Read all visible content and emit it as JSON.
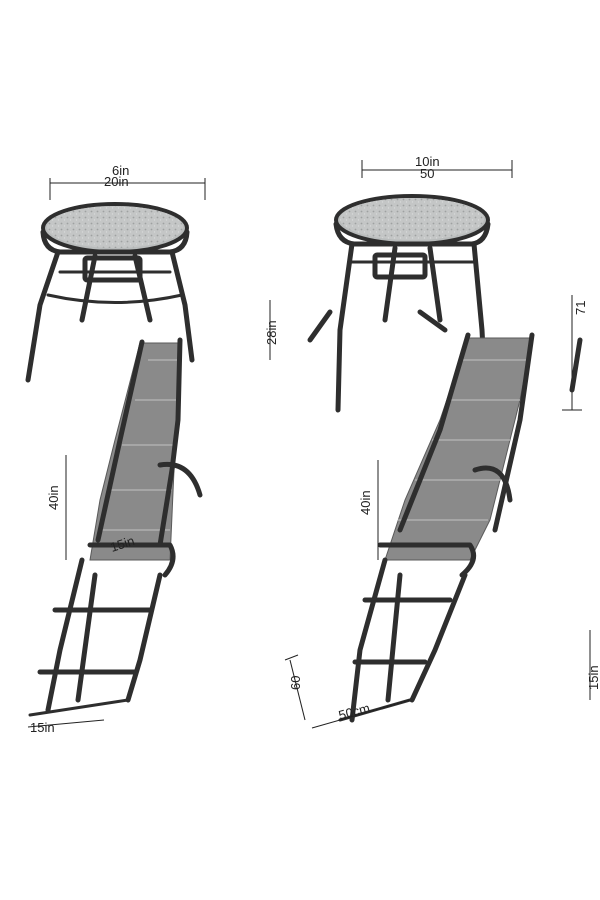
{
  "colors": {
    "frame": "#2e2e2e",
    "sling": "#8a8a8a",
    "glass": "#b9bcbc",
    "background": "#ffffff"
  },
  "left_view": {
    "table_width_label_top": "6in",
    "table_width_label_bottom": "20in",
    "chair_height_label": "40in",
    "seat_width_label": "15in",
    "seat_height_label": "15in"
  },
  "right_view": {
    "table_top_label_upper": "10in",
    "table_top_label_lower": "50",
    "table_height_label": "28in",
    "chair_back_label": "71",
    "chair_height_label": "40in",
    "seat_depth_label": "60",
    "seat_width_label": "50cm",
    "side_label": "15in"
  }
}
